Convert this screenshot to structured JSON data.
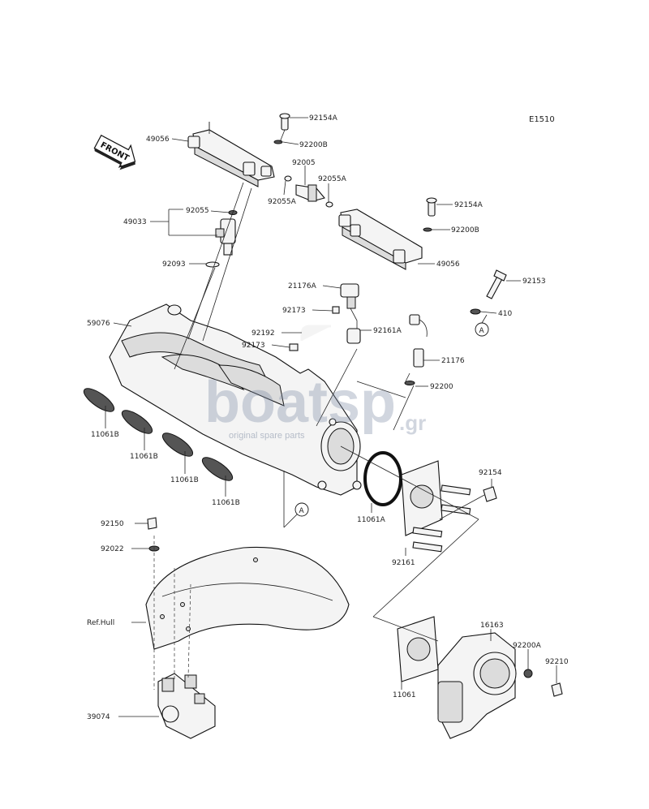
{
  "diagram_code": "E1510",
  "front_arrow_label": "FRONT",
  "watermark": {
    "main": "boatsp",
    "suffix": ".gr",
    "sub": "original spare parts"
  },
  "callout_letter": "A",
  "labels": {
    "p92154A_top": "92154A",
    "p92200B_top": "92200B",
    "p49056_top": "49056",
    "p92005": "92005",
    "p92055A_r": "92055A",
    "p92055A_l": "92055A",
    "p92055": "92055",
    "p49033": "49033",
    "p92093": "92093",
    "p92154A_r": "92154A",
    "p92200B_r": "92200B",
    "p49056_r": "49056",
    "p92153": "92153",
    "p21176A": "21176A",
    "p410": "410",
    "p92173_t": "92173",
    "p92192": "92192",
    "p92161A": "92161A",
    "p92173_b": "92173",
    "p21176": "21176",
    "p59076": "59076",
    "p92200": "92200",
    "p11061B_1": "11061B",
    "p11061B_2": "11061B",
    "p11061B_3": "11061B",
    "p11061B_4": "11061B",
    "p92154": "92154",
    "p11061A": "11061A",
    "p92150": "92150",
    "p92022": "92022",
    "p92161": "92161",
    "refhull": "Ref.Hull",
    "p16163": "16163",
    "p92200A": "92200A",
    "p92210": "92210",
    "p11061": "11061",
    "p39074": "39074"
  }
}
